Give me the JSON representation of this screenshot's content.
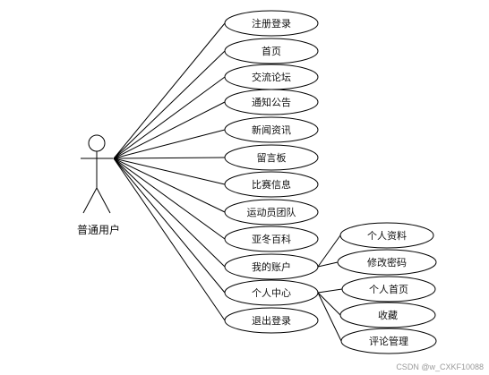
{
  "actor": {
    "label": "普通用户"
  },
  "use_cases": [
    {
      "id": "register-login",
      "label": "注册登录"
    },
    {
      "id": "home",
      "label": "首页"
    },
    {
      "id": "forum",
      "label": "交流论坛"
    },
    {
      "id": "announcement",
      "label": "通知公告"
    },
    {
      "id": "news",
      "label": "新闻资讯"
    },
    {
      "id": "message-board",
      "label": "留言板"
    },
    {
      "id": "competition-info",
      "label": "比赛信息"
    },
    {
      "id": "athlete-team",
      "label": "运动员团队"
    },
    {
      "id": "asian-winter-encyclopedia",
      "label": "亚冬百科"
    },
    {
      "id": "my-account",
      "label": "我的账户"
    },
    {
      "id": "personal-center",
      "label": "个人中心"
    },
    {
      "id": "logout",
      "label": "退出登录"
    }
  ],
  "sub_use_cases": [
    {
      "id": "personal-info",
      "parent": "my-account",
      "label": "个人资料"
    },
    {
      "id": "change-password",
      "parent": "my-account",
      "label": "修改密码"
    },
    {
      "id": "personal-homepage",
      "parent": "personal-center",
      "label": "个人首页"
    },
    {
      "id": "favorites",
      "parent": "personal-center",
      "label": "收藏"
    },
    {
      "id": "comment-management",
      "parent": "personal-center",
      "label": "评论管理"
    }
  ],
  "watermark": "CSDN @w_CXKF10088"
}
